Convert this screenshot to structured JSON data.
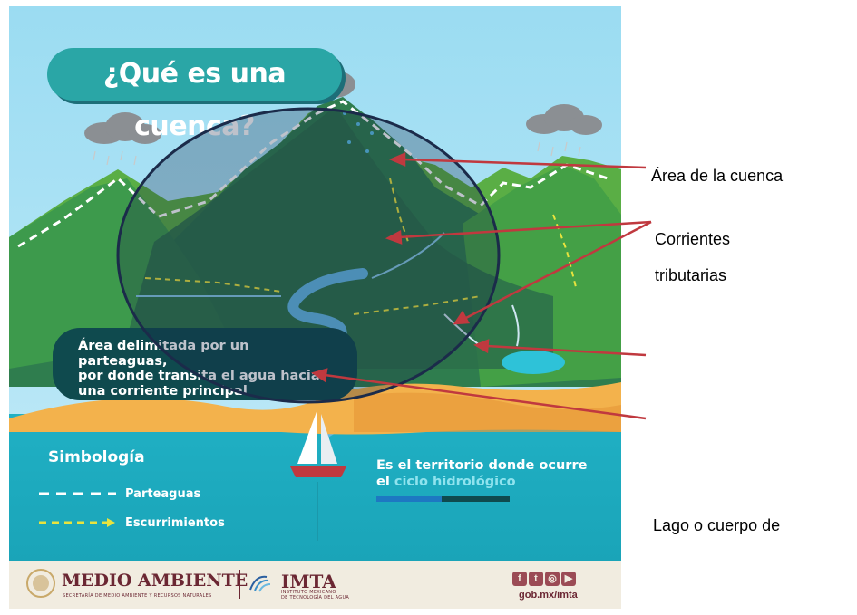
{
  "poster": {
    "title": "¿Qué es una cuenca?",
    "info_box": {
      "line1": "Área delimitada por un parteaguas,",
      "line2": "por donde transita el agua hacia",
      "line3": "una corriente principal"
    },
    "legend": {
      "title": "Simbología",
      "items": [
        {
          "label": "Parteaguas",
          "style": "white-dashed"
        },
        {
          "label": "Escurrimientos",
          "style": "yellow-dashed-arrow"
        }
      ]
    },
    "hydro_text": {
      "line1": "Es el territorio donde ocurre",
      "line2_prefix": "el ",
      "line2_highlight": "ciclo hidrológico"
    },
    "footer": {
      "medio_ambiente": "MEDIO AMBIENTE",
      "semarnat": "SECRETARÍA DE MEDIO AMBIENTE Y RECURSOS NATURALES",
      "imta": "IMTA",
      "imta_sub1": "INSTITUTO MEXICANO",
      "imta_sub2": "DE TECNOLOGÍA DEL AGUA",
      "url": "gob.mx/imta",
      "social_icons": [
        "facebook-icon",
        "twitter-icon",
        "instagram-icon",
        "youtube-icon"
      ]
    }
  },
  "annotations": {
    "area_cuenca": "Área de la cuenca",
    "corrientes_line1": "Corrientes",
    "corrientes_line2": "tributarias",
    "lago": "Lago o cuerpo de"
  },
  "colors": {
    "sky": "#9bdcf2",
    "sea": "#22b3c6",
    "mountain_dark": "#2f7d4e",
    "mountain_light": "#6cbf4f",
    "sand": "#f3b24c",
    "ellipse_stroke": "#1b2b4a",
    "arrow": "#c0393f",
    "footer": "#6b2733"
  }
}
